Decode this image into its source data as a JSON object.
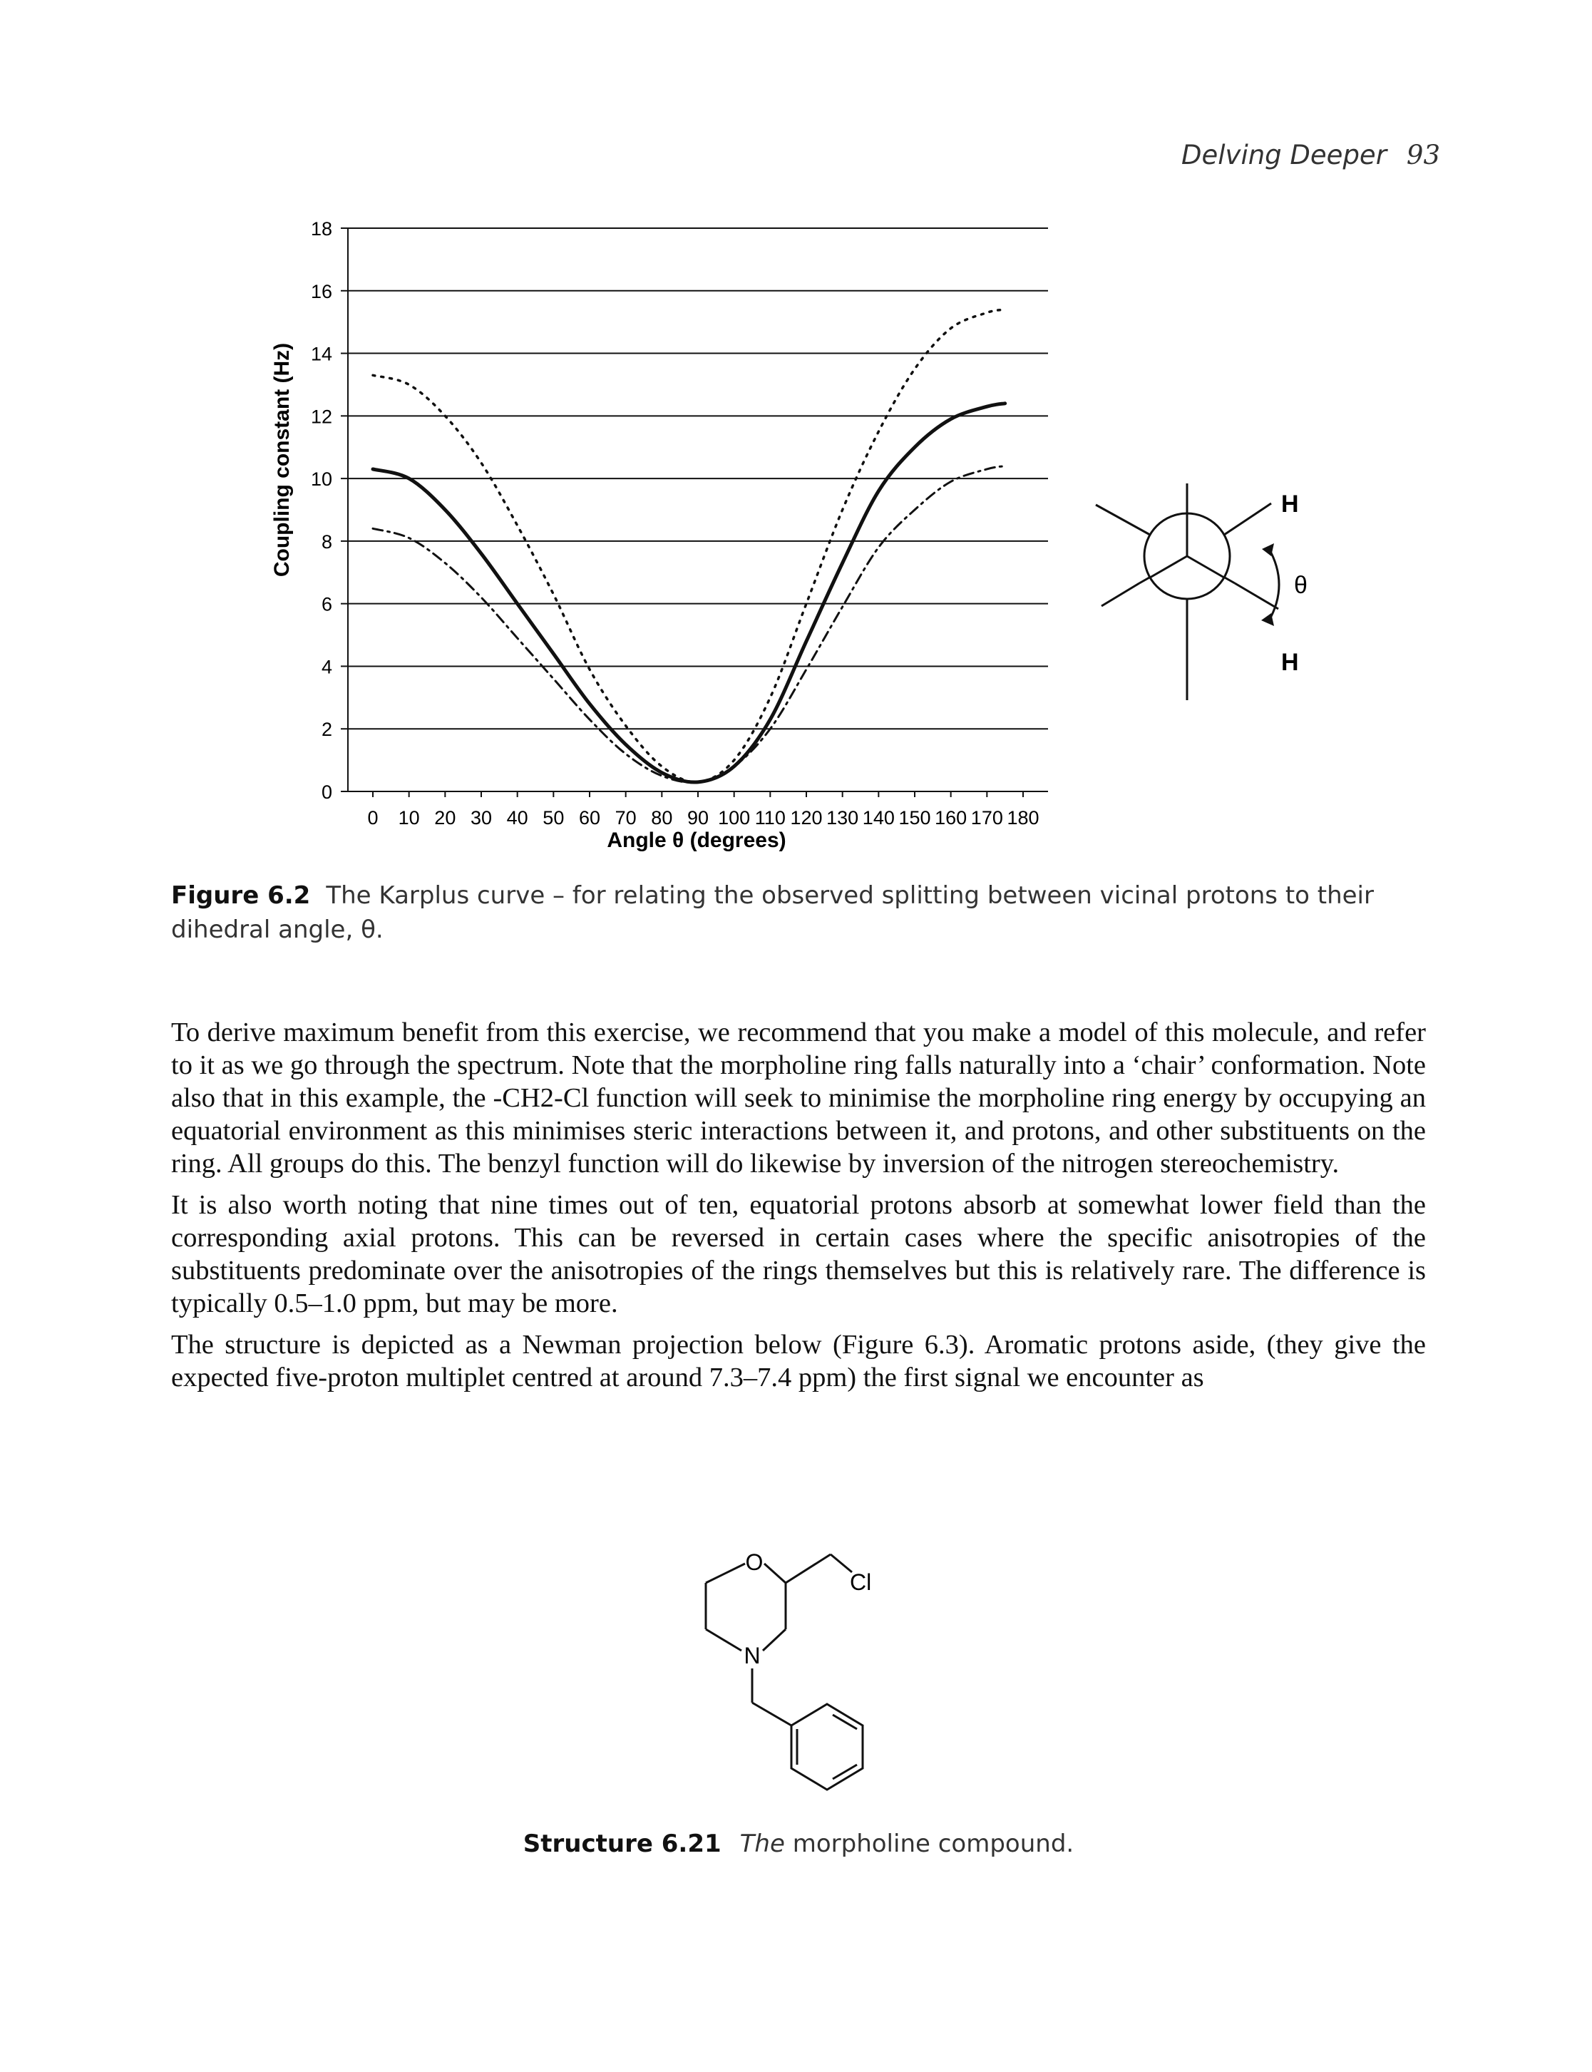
{
  "header": {
    "running_title": "Delving Deeper",
    "page_number": "93"
  },
  "chart_data": {
    "type": "line",
    "xlabel": "Angle θ (degrees)",
    "ylabel": "Coupling constant (Hz)",
    "xlim": [
      0,
      180
    ],
    "ylim": [
      0,
      18
    ],
    "x_ticks": [
      0,
      10,
      20,
      30,
      40,
      50,
      60,
      70,
      80,
      90,
      100,
      110,
      120,
      130,
      140,
      150,
      160,
      170,
      180
    ],
    "y_ticks": [
      0,
      2,
      4,
      6,
      8,
      10,
      12,
      14,
      16,
      18
    ],
    "grid": "horizontal",
    "legend": "none",
    "series": [
      {
        "style": "solid",
        "x": [
          0,
          10,
          20,
          30,
          40,
          50,
          60,
          70,
          80,
          90,
          100,
          110,
          120,
          130,
          140,
          150,
          160,
          170,
          175
        ],
        "values": [
          10.3,
          10.0,
          9.0,
          7.6,
          6.0,
          4.4,
          2.8,
          1.5,
          0.6,
          0.3,
          0.8,
          2.3,
          4.8,
          7.3,
          9.6,
          11.0,
          11.9,
          12.3,
          12.4
        ]
      },
      {
        "style": "dotted",
        "x": [
          0,
          10,
          20,
          30,
          40,
          50,
          60,
          70,
          80,
          90,
          100,
          110,
          120,
          130,
          140,
          150,
          160,
          170,
          175
        ],
        "values": [
          13.3,
          13.0,
          12.0,
          10.5,
          8.5,
          6.3,
          3.9,
          2.1,
          0.8,
          0.3,
          1.0,
          3.0,
          6.0,
          9.0,
          11.5,
          13.5,
          14.8,
          15.3,
          15.4
        ]
      },
      {
        "style": "dash-dot",
        "x": [
          0,
          10,
          20,
          30,
          40,
          50,
          60,
          70,
          80,
          90,
          100,
          110,
          120,
          130,
          140,
          150,
          160,
          170,
          175
        ],
        "values": [
          8.4,
          8.1,
          7.3,
          6.2,
          4.9,
          3.6,
          2.3,
          1.2,
          0.5,
          0.3,
          0.8,
          2.0,
          3.9,
          5.9,
          7.8,
          9.0,
          9.9,
          10.3,
          10.4
        ]
      }
    ]
  },
  "newman": {
    "label_top": "H",
    "label_bottom": "H",
    "label_angle": "θ"
  },
  "figure_caption": {
    "label": "Figure 6.2",
    "text": "The Karplus curve – for relating the observed splitting between vicinal protons to their dihedral angle, θ."
  },
  "body": {
    "p1": "To derive maximum benefit from this exercise, we recommend that you make a model of this molecule, and refer to it as we go through the spectrum. Note that the morpholine ring falls naturally into a ‘chair’ conformation. Note also that in this example, the -CH2-Cl function will seek to minimise the morpholine ring energy by occupying an equatorial environment as this minimises steric interactions between it, and protons, and other substituents on the ring. All groups do this. The benzyl function will do likewise by inversion of the nitrogen stereochemistry.",
    "p2": "It is also worth noting that nine times out of ten, equatorial protons absorb at somewhat lower field than the corresponding axial protons. This can be reversed in certain cases where the specific anisotropies of the substituents predominate over the anisotropies of the rings themselves but this is relatively rare. The difference is typically 0.5–1.0 ppm, but may be more.",
    "p3": "The structure is depicted as a Newman projection below (Figure 6.3). Aromatic protons aside, (they give the expected five-proton multiplet centred at around 7.3–7.4 ppm) the first signal we encounter as"
  },
  "structure": {
    "atom_o": "O",
    "atom_n": "N",
    "atom_cl": "Cl"
  },
  "structure_caption": {
    "label": "Structure 6.21",
    "text_italic": "The",
    "text": "morpholine compound."
  }
}
